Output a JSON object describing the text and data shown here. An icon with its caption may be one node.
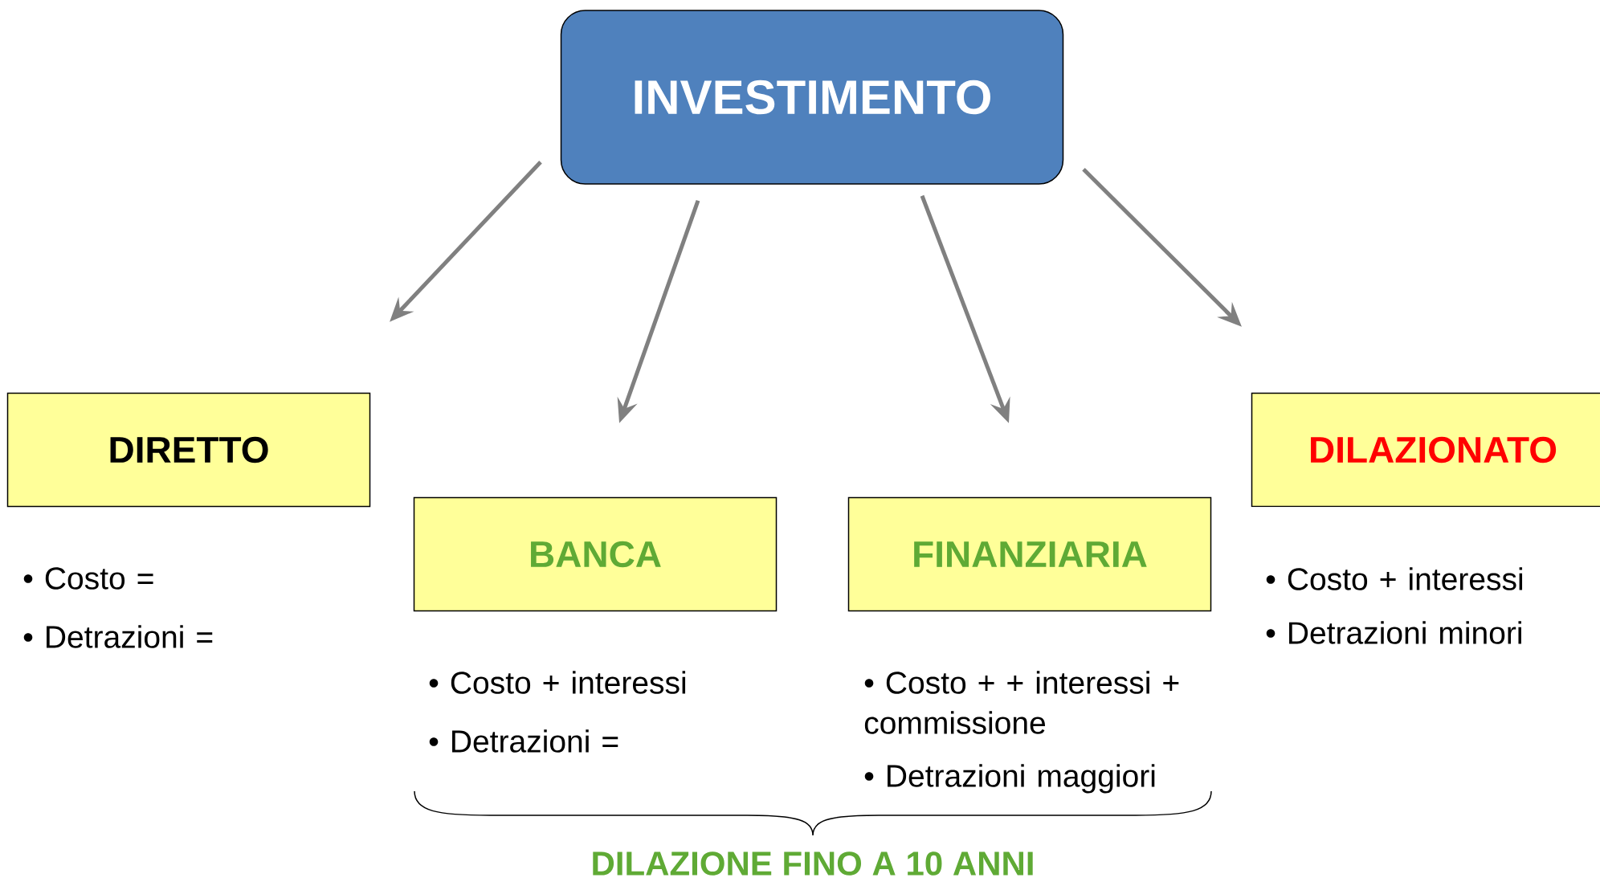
{
  "diagram": {
    "nodes": [
      {
        "text": [
          "INVESTIMENTO"
        ]
      },
      {
        "text": [
          "DIRETTO"
        ],
        "beside": [
          "• Costo =",
          "• Detrazioni ="
        ]
      },
      {
        "text": [
          "BANCA"
        ],
        "beside": [
          "• Costo + interessi",
          "• Detrazioni ="
        ]
      },
      {
        "text": [
          "FINANZIARIA"
        ],
        "beside": [
          "• Costo + + interessi + commissione",
          "• Detrazioni maggiori"
        ]
      },
      {
        "text": [
          "DILAZIONATO"
        ],
        "beside": [
          "• Costo + interessi",
          "• Detrazioni minori"
        ]
      }
    ],
    "edges": [
      {
        "from": 0,
        "to": 1,
        "arrow": "to"
      },
      {
        "from": 0,
        "to": 2,
        "arrow": "to"
      },
      {
        "from": 0,
        "to": 3,
        "arrow": "to"
      },
      {
        "from": 0,
        "to": 4,
        "arrow": "to"
      }
    ],
    "labels": [
      "DILAZIONE FINO A 10 ANNI"
    ]
  }
}
